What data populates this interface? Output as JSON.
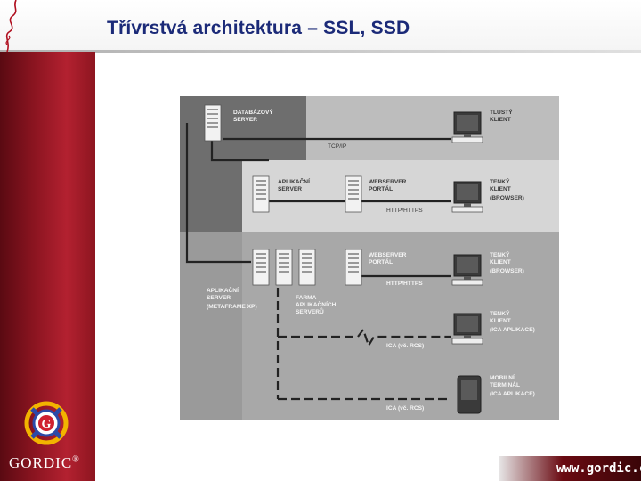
{
  "slide": {
    "title": "Třívrstvá architektura – SSL, SSD",
    "brand_name": "GORDIC",
    "brand_mark": "®",
    "website": "www.gordic.cz"
  },
  "colors": {
    "title": "#1b2a78",
    "sidebar": "#8a1420",
    "diagram_dark": "#6f6f6f",
    "diagram_light": "#cfcfcf"
  },
  "diagram": {
    "nodes": {
      "db_server": [
        "DATABÁZOVÝ",
        "SERVER"
      ],
      "thick_client": [
        "TLUSTÝ",
        "KLIENT"
      ],
      "app_server": [
        "APLIKAČNÍ",
        "SERVER"
      ],
      "webserver_1": [
        "WEBSERVER",
        "PORTÁL"
      ],
      "thin_client_1": [
        "TENKÝ",
        "KLIENT",
        "(BROWSER)"
      ],
      "webserver_2": [
        "WEBSERVER",
        "PORTÁL"
      ],
      "thin_client_2": [
        "TENKÝ",
        "KLIENT",
        "(BROWSER)"
      ],
      "app_server_metaframe": [
        "APLIKAČNÍ",
        "SERVER",
        "(METAFRAME XP)"
      ],
      "farm": [
        "FARMA",
        "APLIKAČNÍCH",
        "SERVERŮ"
      ],
      "thin_client_ica": [
        "TENKÝ",
        "KLIENT",
        "(ICA APLIKACE)"
      ],
      "mobile": [
        "MOBILNÍ",
        "TERMINÁL",
        "(ICA APLIKACE)"
      ]
    },
    "links": {
      "tcpip": "TCP/IP",
      "http_1": "HTTP/HTTPS",
      "http_2": "HTTP/HTTPS",
      "ica_1": "ICA (vč. RCS)",
      "ica_2": "ICA (vč. RCS)"
    }
  }
}
